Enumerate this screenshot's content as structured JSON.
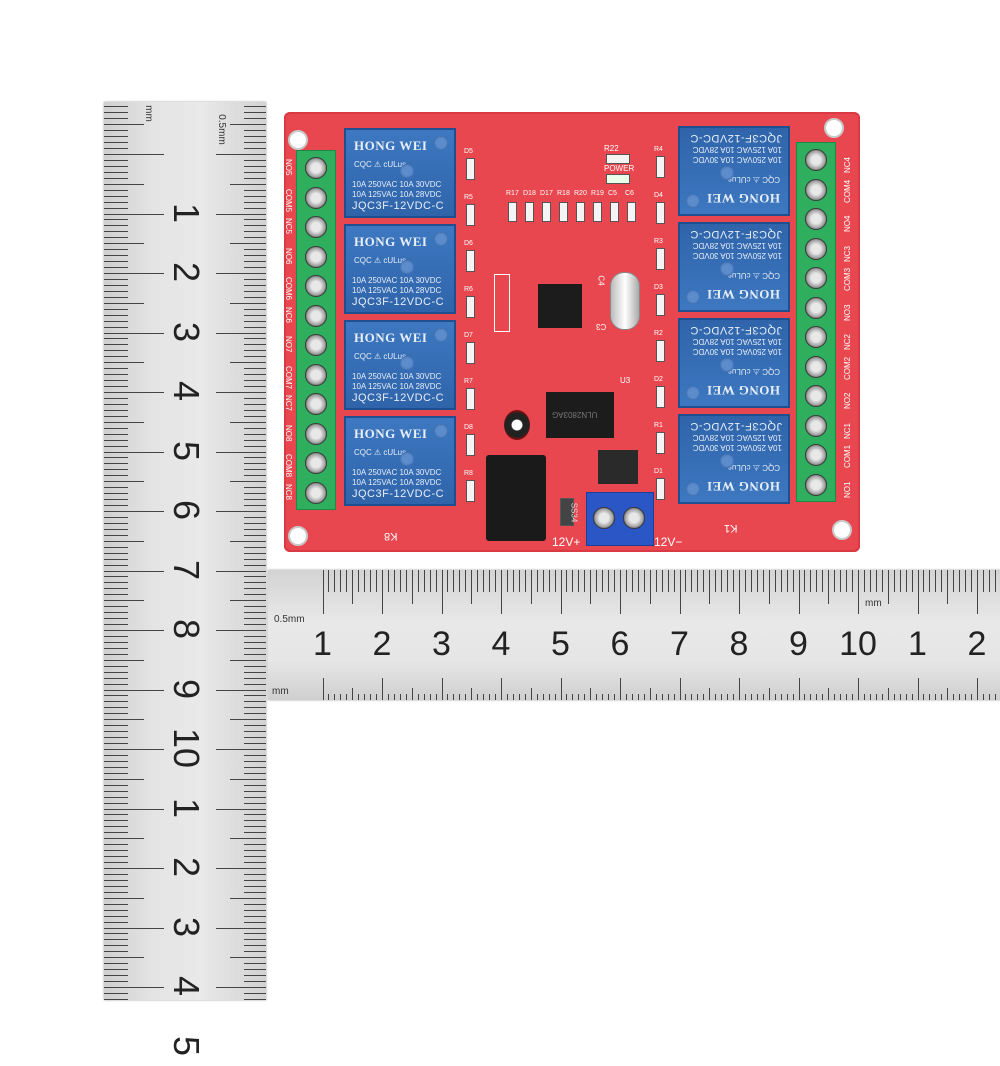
{
  "scene": {
    "description": "8-channel 12V relay module PCB with two steel rulers for scale",
    "board_color": "#e9474f",
    "relay_color": "#3470b6",
    "terminal_color": "#2fae5e"
  },
  "ruler_vertical": {
    "unit_label": "mm",
    "half_label": "0.5mm",
    "numbers": [
      "1",
      "2",
      "3",
      "4",
      "5",
      "6",
      "7",
      "8",
      "9",
      "10",
      "1",
      "2",
      "3",
      "4",
      "5"
    ]
  },
  "ruler_horizontal": {
    "unit_label": "mm",
    "half_label": "0.5mm",
    "numbers": [
      "1",
      "2",
      "3",
      "4",
      "5",
      "6",
      "7",
      "8",
      "9",
      "10",
      "1",
      "2"
    ]
  },
  "relays": {
    "brand": "HONG WEI",
    "cert": "CQC ⚠ cULus",
    "spec_line1": "10A 250VAC 10A 30VDC",
    "spec_line2": "10A 125VAC 10A 28VDC",
    "model": "JQC3F-12VDC-C"
  },
  "left_terminals": [
    "NO5",
    "COM5",
    "NC5",
    "NO6",
    "COM6",
    "NC6",
    "NO7",
    "COM7",
    "NC7",
    "NO8",
    "COM8",
    "NC8"
  ],
  "right_terminals": [
    "NC4",
    "COM4",
    "NO4",
    "NC3",
    "COM3",
    "NO3",
    "NC2",
    "COM2",
    "NO2",
    "NC1",
    "COM1",
    "NO1"
  ],
  "silkscreen": {
    "resistors_top": [
      "R17",
      "D18",
      "D17",
      "R18",
      "R20",
      "R19",
      "C5",
      "C6"
    ],
    "power_indicator": [
      "R22",
      "POWER"
    ],
    "right_column": [
      "R4",
      "D4",
      "R3",
      "D3",
      "R2",
      "D2",
      "R1",
      "D1"
    ],
    "left_column": [
      "D5",
      "R5",
      "D6",
      "R6",
      "D7",
      "R7",
      "D8",
      "R8"
    ],
    "caps": [
      "C4",
      "C3"
    ],
    "chip_u3": "U3",
    "u3_marking": "ULN2803AG",
    "relay_k8": "K8",
    "relay_k1": "K1",
    "diode_marking": "SS34",
    "v_plus": "12V+",
    "v_minus": "12V−"
  }
}
